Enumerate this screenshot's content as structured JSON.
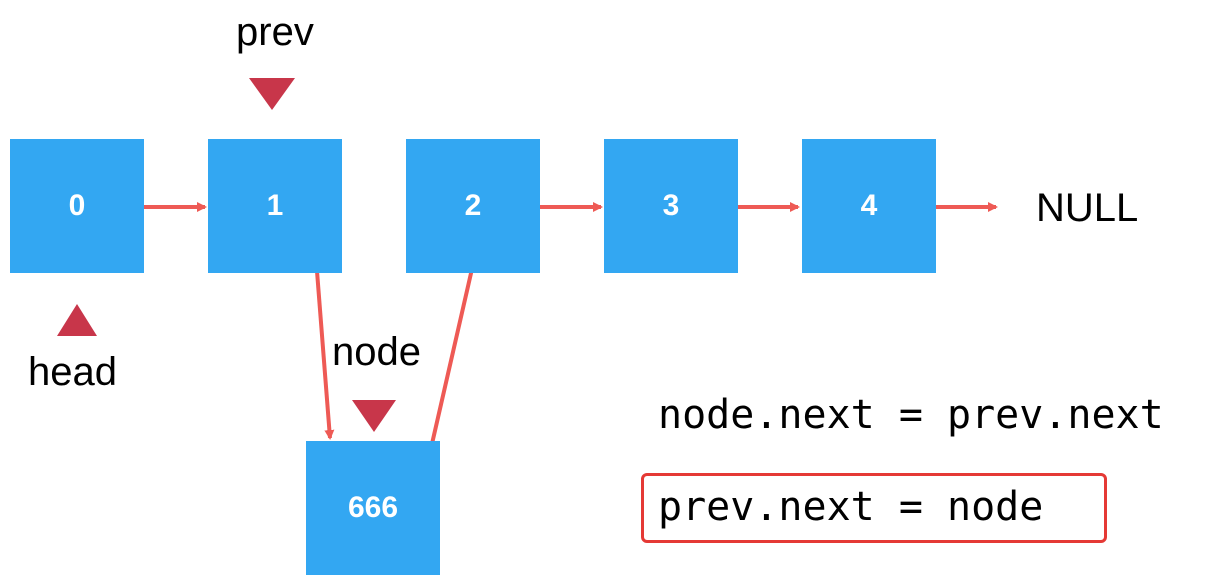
{
  "colors": {
    "node_fill": "#33a7f2",
    "arrow": "#ee5a55",
    "pointer_marker": "#c8364a",
    "highlight_border": "#e53935"
  },
  "nodes": [
    {
      "id": "n0",
      "value": "0"
    },
    {
      "id": "n1",
      "value": "1"
    },
    {
      "id": "n2",
      "value": "2"
    },
    {
      "id": "n3",
      "value": "3"
    },
    {
      "id": "n4",
      "value": "4"
    },
    {
      "id": "n666",
      "value": "666"
    }
  ],
  "terminal_label": "NULL",
  "pointers": {
    "prev": "prev",
    "head": "head",
    "node": "node"
  },
  "code_lines": [
    "node.next = prev.next",
    "prev.next = node"
  ],
  "highlighted_line_index": 1
}
